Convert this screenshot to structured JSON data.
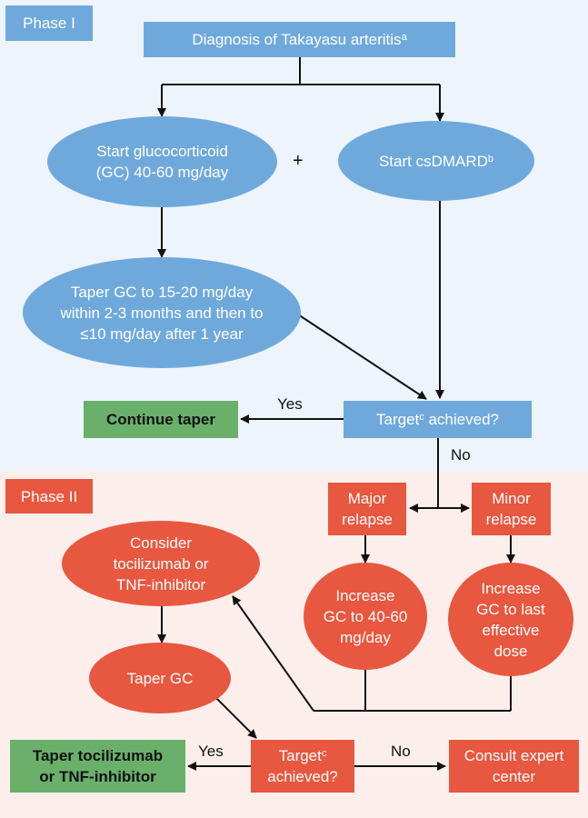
{
  "phase1": {
    "label": "Phase I"
  },
  "phase2": {
    "label": "Phase II"
  },
  "nodes": {
    "diagnosis": {
      "text": "Diagnosis of Takayasu arteritis",
      "sup": "a"
    },
    "start_gc": {
      "line1": "Start glucocorticoid",
      "line2": "(GC) 40-60 mg/day"
    },
    "plus": "+",
    "start_csdmard": {
      "text": "Start csDMARD",
      "sup": "b"
    },
    "taper_gc_1": {
      "line1": "Taper GC to 15-20 mg/day",
      "line2": "within 2-3 months and then to",
      "line3": "≤10 mg/day after 1 year"
    },
    "target1": {
      "pre": "Target",
      "sup": "c",
      "post": " achieved?"
    },
    "continue_taper": "Continue taper",
    "major_relapse": {
      "line1": "Major",
      "line2": "relapse"
    },
    "minor_relapse": {
      "line1": "Minor",
      "line2": "relapse"
    },
    "consider": {
      "line1": "Consider",
      "line2": "tocilizumab or",
      "line3": "TNF-inhibitor"
    },
    "increase_major": {
      "line1": "Increase",
      "line2": "GC to 40-60",
      "line3": "mg/day"
    },
    "increase_minor": {
      "line1": "Increase",
      "line2": "GC to last",
      "line3": "effective",
      "line4": "dose"
    },
    "taper_gc_2": "Taper GC",
    "target2": {
      "pre": "Target",
      "sup": "c",
      "post": "achieved?"
    },
    "taper_toci": {
      "line1": "Taper tocilizumab",
      "line2": "or TNF-inhibitor"
    },
    "consult": {
      "line1": "Consult expert",
      "line2": "center"
    }
  },
  "edge_labels": {
    "yes1": "Yes",
    "no1": "No",
    "yes2": "Yes",
    "no2": "No"
  },
  "colors": {
    "phase1_bg": "#edf4fc",
    "phase2_bg": "#fcefeb",
    "blue": "#6fa9dc",
    "red": "#e8573f",
    "green": "#6ab06b"
  }
}
